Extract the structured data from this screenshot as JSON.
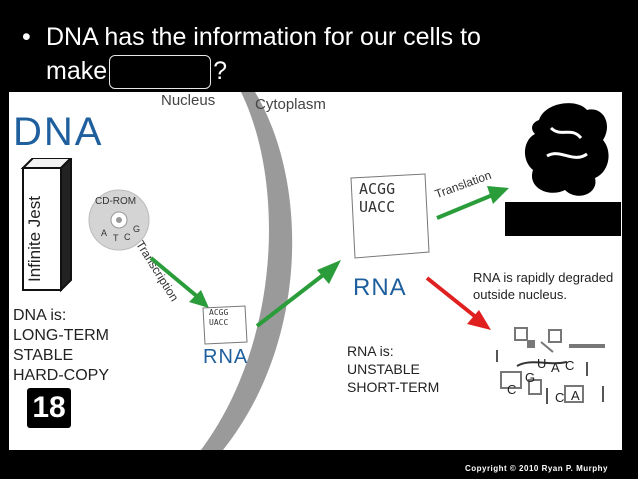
{
  "title": {
    "bullet": "•",
    "line1": "DNA has the information for our cells to",
    "line2_before": "make",
    "line2_after": "?"
  },
  "diagram": {
    "dna_title": "DNA",
    "nucleus_label": "Nucleus",
    "cytoplasm_label": "Cytoplasm",
    "book_title": "Infinite Jest",
    "cd_label": "CD-ROM",
    "cd_letters": [
      "A",
      "T",
      "C",
      "G"
    ],
    "transcription_label": "Transcription",
    "translation_label": "Translation",
    "rna_paper_small": [
      "ACGG",
      "UACC"
    ],
    "rna_paper_large": [
      "ACGG",
      "UACC"
    ],
    "rna_nucleus_label": "RNA",
    "rna_cytoplasm_label": "RNA",
    "dna_is": "DNA is:\nLONG-TERM\nSTABLE\nHARD-COPY",
    "rna_is": "RNA is:\nUNSTABLE\nSHORT-TERM",
    "rna_degraded": "RNA is rapidly degraded\noutside nucleus.",
    "fragment_letters": [
      "U",
      "A",
      "C",
      "G",
      "C",
      "C",
      "A"
    ],
    "badge_number": "18",
    "colors": {
      "dna_blue": "#1f5f9e",
      "arrow_green": "#2a9d3a",
      "arrow_red": "#e0201e",
      "membrane_gray": "#9a9a9a"
    }
  },
  "footer": {
    "copyright": "Copyright © 2010 Ryan P. Murphy"
  }
}
